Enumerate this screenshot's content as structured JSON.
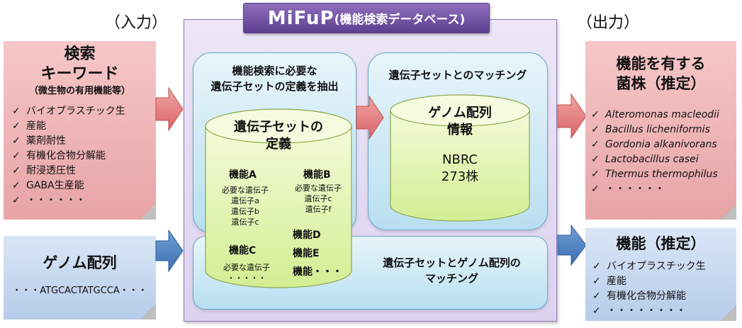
{
  "input_label": "（入力）",
  "output_label": "（出力）",
  "header": {
    "title": "MiFuP",
    "subtitle": "(機能検索データベース)"
  },
  "keyword_card": {
    "title_line1": "検索",
    "title_line2": "キーワード",
    "subtitle": "（微生物の有用機能等）",
    "items": [
      "バイオプラスチック生",
      "産能",
      "薬剤耐性",
      "有機化合物分解能",
      "耐浸透圧性",
      "GABA生産能",
      "・・・・・・"
    ]
  },
  "genome_card": {
    "title": "ゲノム配列",
    "sequence": "・・・ATGCACTATGCCA・・・"
  },
  "extract_box": {
    "line1": "機能検索に必要な",
    "line2": "遺伝子セットの定義を抽出"
  },
  "matching_box": {
    "title": "遺伝子セットとのマッチング"
  },
  "genome_matching_box": {
    "line1": "遺伝子セットとゲノム配列の",
    "line2": "マッチング"
  },
  "definition_cylinder": {
    "title_line1": "遺伝子セットの",
    "title_line2": "定義",
    "func_a": {
      "name": "機能A",
      "lines": [
        "必要な遺伝子",
        "遺伝子a",
        "遺伝子b",
        "遺伝子c"
      ]
    },
    "func_b": {
      "name": "機能B",
      "lines": [
        "必要な遺伝子",
        "遺伝子c",
        "遺伝子f"
      ]
    },
    "func_c": {
      "name": "機能C",
      "lines": [
        "必要な遺伝子",
        "・・・・・"
      ]
    },
    "func_d": "機能D",
    "func_e": "機能E",
    "func_more": "機能・・・"
  },
  "genome_cylinder": {
    "title_line1": "ゲノム配列",
    "title_line2": "情報",
    "source": "NBRC",
    "count": "273株"
  },
  "strain_card": {
    "title_line1": "機能を有する",
    "title_line2": "菌株（推定）",
    "items": [
      "Alteromonas macleodii",
      "Bacillus licheniformis",
      "Gordonia alkanivorans",
      "Lactobacillus casei",
      "Thermus thermophilus",
      "・・・・・・"
    ]
  },
  "function_card": {
    "title": "機能（推定）",
    "items": [
      "バイオプラスチック生",
      "産能",
      "有機化合物分解能",
      "・・・・・・・・"
    ]
  },
  "colors": {
    "pink": "#e7a4a6",
    "blue": "#b6cce9",
    "purple": "#5e3f8f",
    "arrow_red": "#e07b7d",
    "arrow_blue": "#4f81bd",
    "cylinder": "#d8f0a0"
  }
}
